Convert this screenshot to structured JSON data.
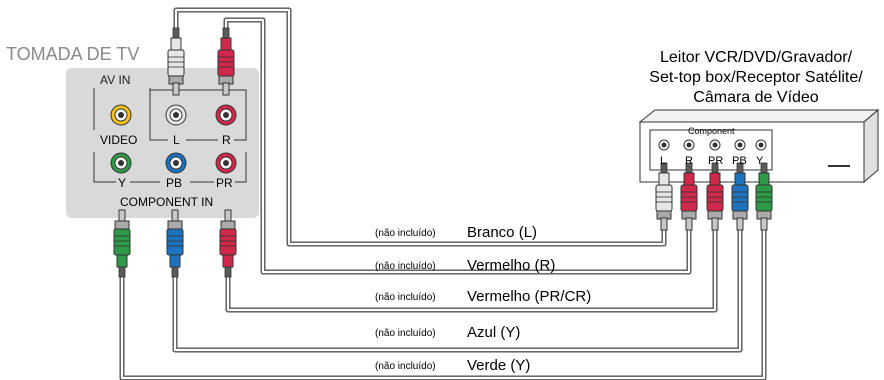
{
  "tv": {
    "title": "TOMADA DE TV",
    "av_in": "AV IN",
    "video": "VIDEO",
    "l": "L",
    "r": "R",
    "y": "Y",
    "pb": "PB",
    "pr": "PR",
    "component_in": "COMPONENT IN"
  },
  "device": {
    "title_line1": "Leitor VCR/DVD/Gravador/",
    "title_line2": "Set-top box/Receptor Satélite/",
    "title_line3": "Câmara de Vídeo",
    "component": "Component",
    "l": "L",
    "r": "R",
    "pr": "PR",
    "pb": "PB",
    "y": "Y"
  },
  "cables": [
    {
      "note": "(não incluído)",
      "name": "Branco (L)",
      "color": "#d0d0d0"
    },
    {
      "note": "(não incluído)",
      "name": "Vermelho (R)",
      "color": "#d0284a"
    },
    {
      "note": "(não incluído)",
      "name": "Vermelho (PR/CR)",
      "color": "#d0284a"
    },
    {
      "note": "(não incluído)",
      "name": "Azul (Y)",
      "color": "#1e73be"
    },
    {
      "note": "(não incluído)",
      "name": "Verde (Y)",
      "color": "#2e9a48"
    }
  ],
  "colors": {
    "panel": "#d9d9d9",
    "cable": "#5a5a5a",
    "yellow": "#f2c21a",
    "white": "#e6e6e6",
    "red": "#d0284a",
    "green": "#2e9a48",
    "blue": "#1e73be"
  }
}
